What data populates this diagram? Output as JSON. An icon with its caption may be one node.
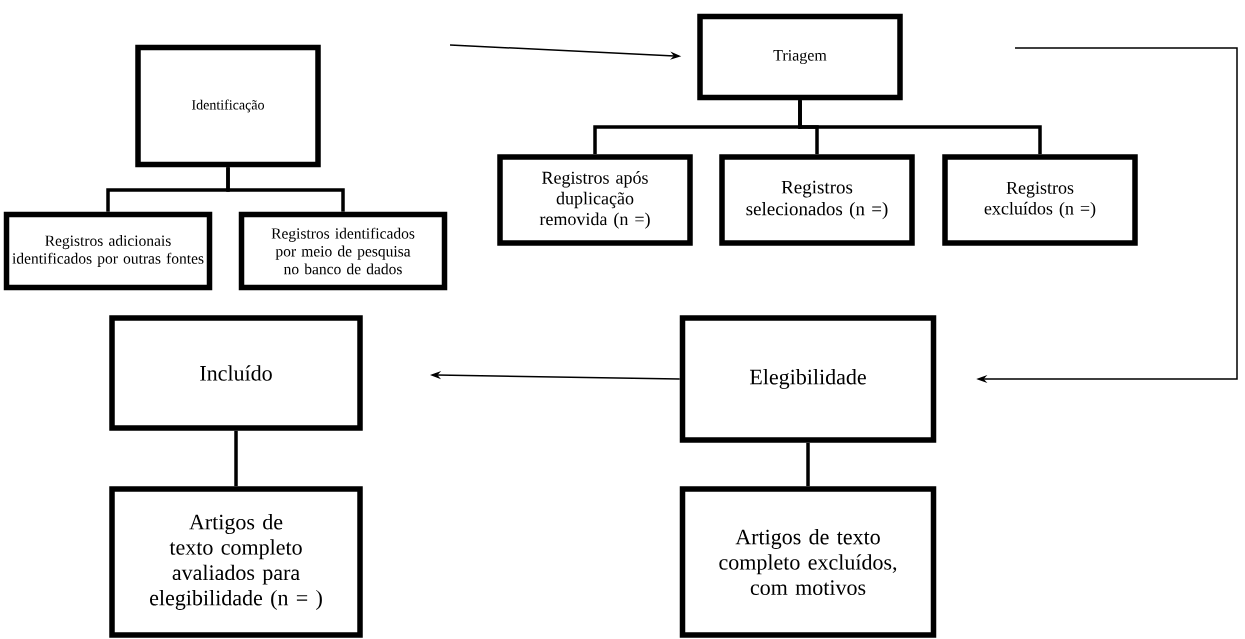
{
  "diagram": {
    "nodes": [
      {
        "text": [
          "Identificação"
        ]
      },
      {
        "text": [
          "Registros adicionais identificados por outras fontes"
        ]
      },
      {
        "text": [
          "Registros identificados por meio de pesquisa no banco de dados"
        ]
      },
      {
        "text": [
          "Triagem"
        ]
      },
      {
        "text": [
          "Registros após duplicação removida (n =)"
        ]
      },
      {
        "text": [
          "Registros selecionados (n =)"
        ]
      },
      {
        "text": [
          "Registros excluídos (n =)"
        ]
      },
      {
        "text": [
          "Incluído"
        ]
      },
      {
        "text": [
          "Elegibilidade"
        ]
      },
      {
        "text": [
          "Artigos de texto completo avaliados para elegibilidade (n = )"
        ]
      },
      {
        "text": [
          "Artigos de texto completo excluídos, com motivos"
        ]
      }
    ],
    "edges": [
      {
        "from": 0,
        "to": 1,
        "arrow": "none"
      },
      {
        "from": 0,
        "to": 2,
        "arrow": "none"
      },
      {
        "from": 3,
        "to": 4,
        "arrow": "none"
      },
      {
        "from": 3,
        "to": 5,
        "arrow": "none"
      },
      {
        "from": 3,
        "to": 6,
        "arrow": "none"
      },
      {
        "from": null,
        "to": 3,
        "arrow": "to"
      },
      {
        "from": null,
        "to": 8,
        "arrow": "to"
      },
      {
        "from": 8,
        "to": null,
        "arrow": "to"
      },
      {
        "from": 7,
        "to": 9,
        "arrow": "none"
      },
      {
        "from": 8,
        "to": 10,
        "arrow": "none"
      }
    ]
  }
}
